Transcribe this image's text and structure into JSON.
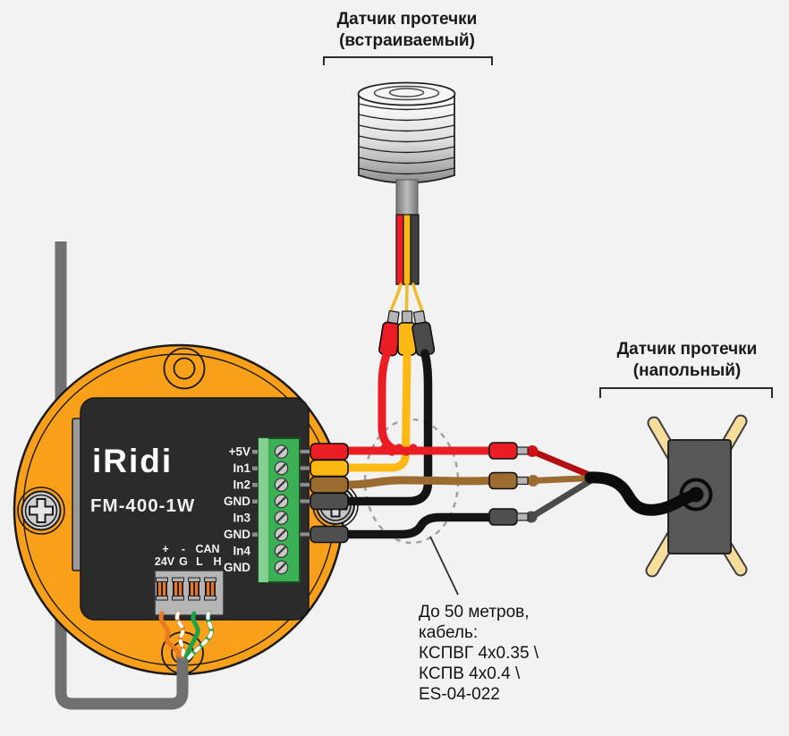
{
  "labels": {
    "embedded_sensor": {
      "line1": "Датчик протечки",
      "line2": "(встраиваемый)"
    },
    "floor_sensor": {
      "line1": "Датчик протечки",
      "line2": "(напольный)"
    }
  },
  "device": {
    "brand": "iRidi",
    "model": "FM-400-1W",
    "terminals": [
      "+5V",
      "In1",
      "In2",
      "GND",
      "In3",
      "GND",
      "In4",
      "GND"
    ],
    "power_labels_row1": [
      "+",
      "-",
      "CAN"
    ],
    "power_labels_row2": [
      "24V",
      "G",
      "L",
      "H"
    ]
  },
  "note": {
    "lines": [
      "До 50 метров,",
      "кабель:",
      "КСПВГ 4x0.35 \\",
      "КСПВ 4x0.4 \\",
      "ES-04-022"
    ]
  },
  "wiring": [
    {
      "terminal": "+5V",
      "wire_color": "red"
    },
    {
      "terminal": "In1",
      "wire_color": "yellow"
    },
    {
      "terminal": "In2",
      "wire_color": "brown"
    },
    {
      "terminal": "GND",
      "wire_color": "black"
    },
    {
      "terminal": "GND",
      "wire_color": "black"
    }
  ],
  "colors": {
    "background": "#f2f2f2",
    "device_orange": "#f9a01b",
    "panel_black": "#2b2b2b",
    "terminal_green": "#3bb054",
    "terminal_green_light": "#86cf92",
    "wire_red": "#ea1c24",
    "wire_dark_red": "#b30f13",
    "wire_yellow": "#fdb913",
    "wire_brown": "#9c6b30",
    "wire_black": "#141414",
    "wire_gray": "#4a4a4a",
    "twisted_orange": "#e87a22",
    "twisted_green": "#1da24a",
    "leg_tan": "#f7dd9b",
    "cable_gray": "#707070",
    "sensor_body_gray": "#575757"
  }
}
